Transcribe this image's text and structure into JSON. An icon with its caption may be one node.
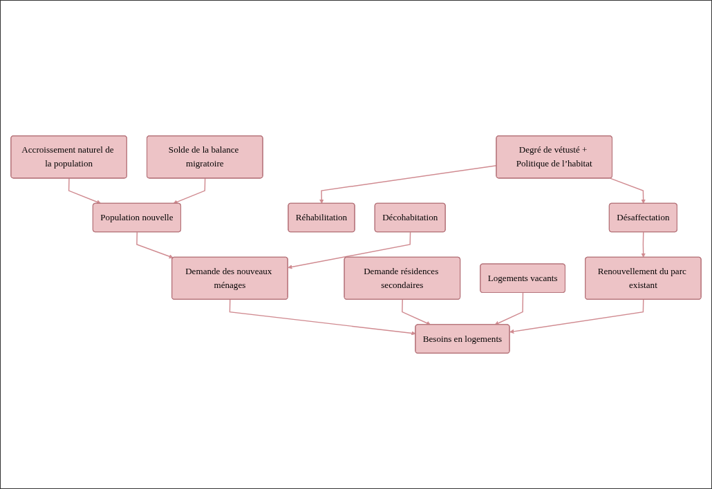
{
  "diagram": {
    "nodes": [
      {
        "text": [
          "Accroissement naturel de la population"
        ]
      },
      {
        "text": [
          "Solde de la balance migratoire"
        ]
      },
      {
        "text": [
          "Degré de vétusté + Politique de l’habitat"
        ]
      },
      {
        "text": [
          "Population nouvelle"
        ]
      },
      {
        "text": [
          "Réhabilitation"
        ]
      },
      {
        "text": [
          "Désaffectation"
        ]
      },
      {
        "text": [
          "Décohabitation"
        ]
      },
      {
        "text": [
          "Demande des nouveaux ménages"
        ]
      },
      {
        "text": [
          "Demande résidences secondaires"
        ]
      },
      {
        "text": [
          "Logements vacants"
        ]
      },
      {
        "text": [
          "Renouvellement du parc existant"
        ]
      },
      {
        "text": [
          "Besoins en logements"
        ]
      }
    ],
    "edges": [
      {
        "from": 0,
        "to": 3,
        "arrow": "to"
      },
      {
        "from": 1,
        "to": 3,
        "arrow": "to"
      },
      {
        "from": 2,
        "to": 4,
        "arrow": "to"
      },
      {
        "from": 2,
        "to": 5,
        "arrow": "to"
      },
      {
        "from": 3,
        "to": 7,
        "arrow": "to"
      },
      {
        "from": 6,
        "to": 7,
        "arrow": "to"
      },
      {
        "from": 5,
        "to": 10,
        "arrow": "to"
      },
      {
        "from": 7,
        "to": 11,
        "arrow": "to"
      },
      {
        "from": 8,
        "to": 11,
        "arrow": "to"
      },
      {
        "from": 9,
        "to": 11,
        "arrow": "to"
      },
      {
        "from": 10,
        "to": 11,
        "arrow": "to"
      }
    ]
  }
}
